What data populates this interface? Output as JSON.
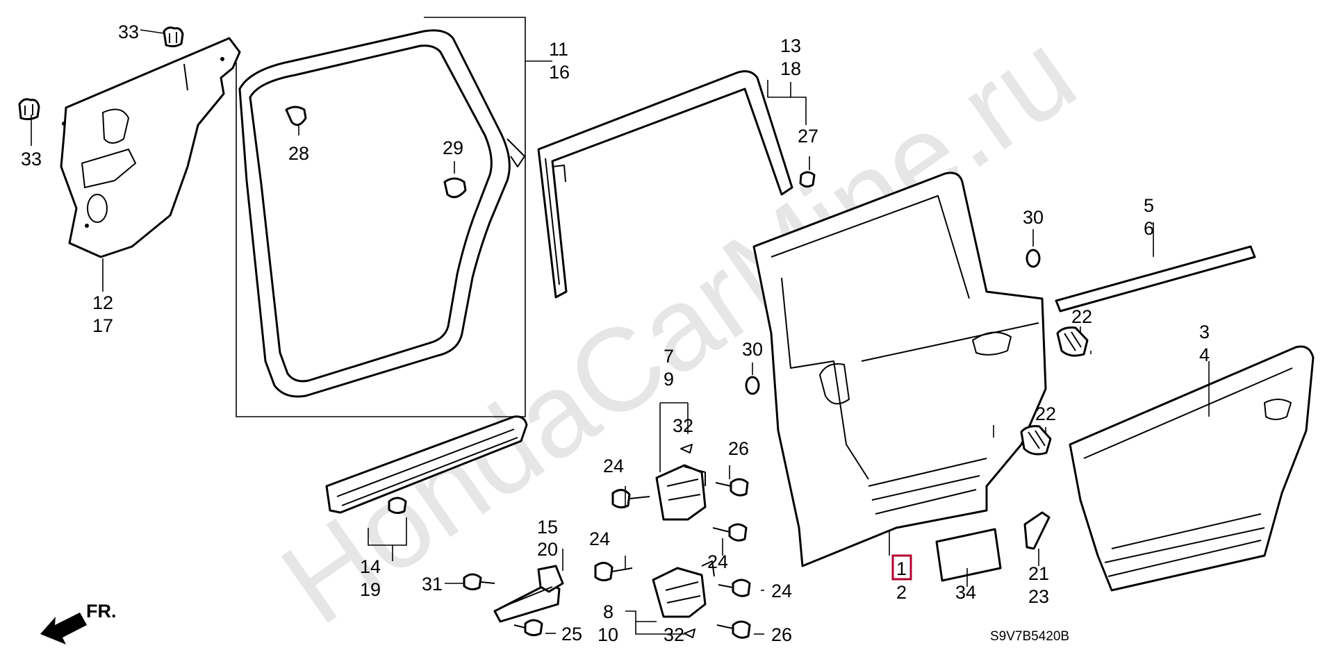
{
  "watermark": "HondaCarMine.ru",
  "diagram_code": "S9V7B5420B",
  "front_marker": "FR.",
  "colors": {
    "line": "#000000",
    "highlight": "#b3002d",
    "watermark": "#e6e6e6"
  },
  "highlighted_callout": "1",
  "callouts": {
    "c33a": "33",
    "c33b": "33",
    "c12": "12",
    "c17": "17",
    "c11": "11",
    "c16": "16",
    "c28": "28",
    "c29": "29",
    "c13": "13",
    "c18": "18",
    "c27": "27",
    "c30a": "30",
    "c30b": "30",
    "c5": "5",
    "c6": "6",
    "c22a": "22",
    "c22b": "22",
    "c3": "3",
    "c4": "4",
    "c7": "7",
    "c9": "9",
    "c32a": "32",
    "c32b": "32",
    "c26a": "26",
    "c26b": "26",
    "c24a": "24",
    "c24b": "24",
    "c24c": "24",
    "c24d": "24",
    "c14": "14",
    "c19": "19",
    "c15": "15",
    "c20": "20",
    "c31": "31",
    "c25": "25",
    "c8": "8",
    "c10": "10",
    "c1": "1",
    "c2": "2",
    "c34": "34",
    "c21": "21",
    "c23": "23"
  }
}
